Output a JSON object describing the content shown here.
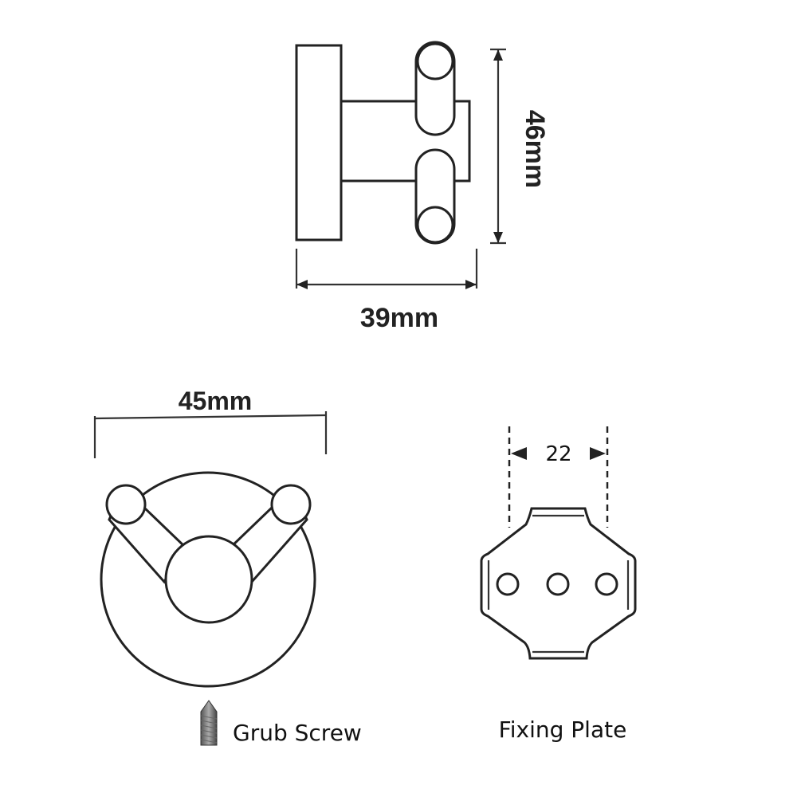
{
  "side_view": {
    "height_label": "46mm",
    "width_label": "39mm"
  },
  "front_view": {
    "width_label": "45mm",
    "grub_screw_label": "Grub Screw"
  },
  "fixing_plate": {
    "spacing_label": "22",
    "caption": "Fixing Plate"
  },
  "colors": {
    "line": "#222222",
    "background": "#ffffff"
  }
}
